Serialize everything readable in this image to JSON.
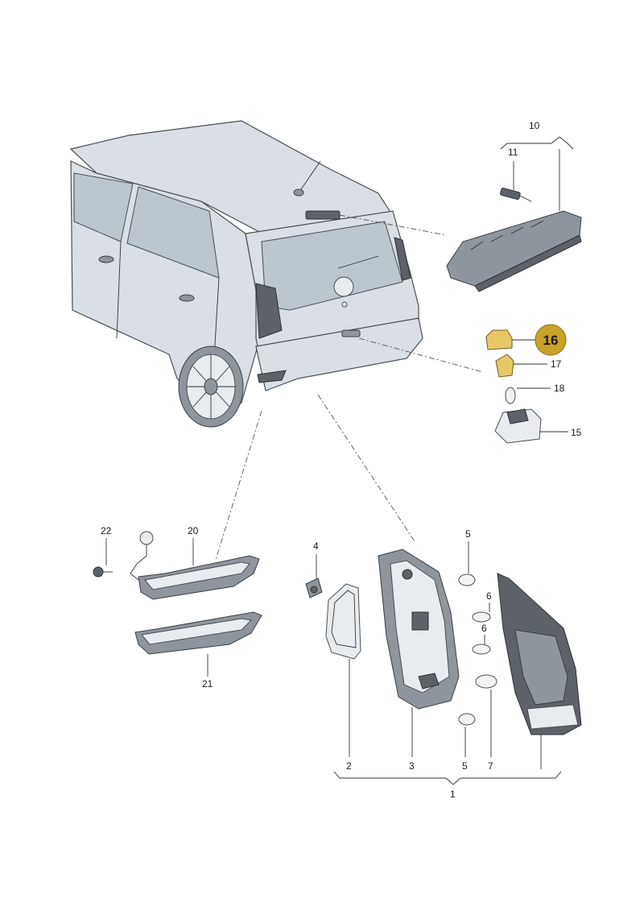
{
  "callouts": {
    "c1": "1",
    "c2": "2",
    "c3": "3",
    "c4": "4",
    "c5a": "5",
    "c5b": "5",
    "c6a": "6",
    "c6b": "6",
    "c7": "7",
    "c10": "10",
    "c11": "11",
    "c15": "15",
    "c17": "17",
    "c18": "18",
    "c20": "20",
    "c21": "21",
    "c22": "22"
  },
  "highlight": {
    "label": "16",
    "color": "#c9a227"
  }
}
